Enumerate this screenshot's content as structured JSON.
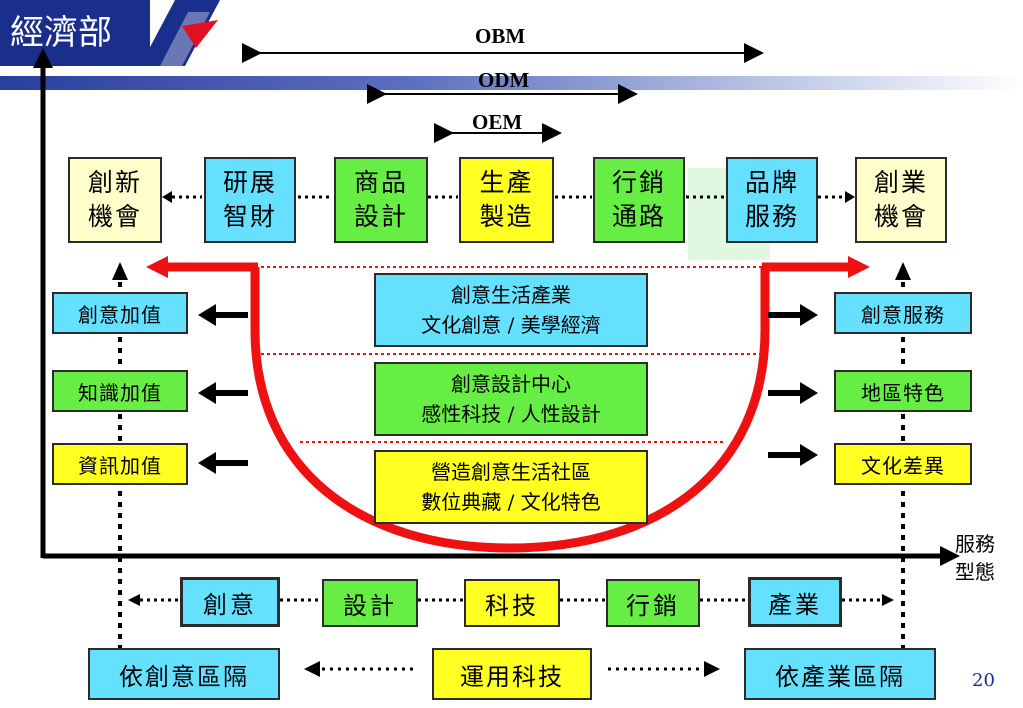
{
  "logo": {
    "text": "經濟部"
  },
  "ranges": {
    "obm": "OBM",
    "odm": "ODM",
    "oem": "OEM"
  },
  "stages": [
    {
      "label": "創新\n機會",
      "color": "#ffffcc"
    },
    {
      "label": "研展\n智財",
      "color": "#66e0ff"
    },
    {
      "label": "商品\n設計",
      "color": "#66ee44"
    },
    {
      "label": "生產\n製造",
      "color": "#ffff22"
    },
    {
      "label": "行銷\n通路",
      "color": "#66ee44"
    },
    {
      "label": "品牌\n服務",
      "color": "#66e0ff"
    },
    {
      "label": "創業\n機會",
      "color": "#ffffcc"
    }
  ],
  "left_values": [
    {
      "label": "創意加值",
      "color": "#66e0ff"
    },
    {
      "label": "知識加值",
      "color": "#66ee44"
    },
    {
      "label": "資訊加值",
      "color": "#ffff22"
    }
  ],
  "right_values": [
    {
      "label": "創意服務",
      "color": "#66e0ff"
    },
    {
      "label": "地區特色",
      "color": "#66ee44"
    },
    {
      "label": "文化差異",
      "color": "#ffff22"
    }
  ],
  "center_boxes": [
    {
      "label": "創意生活產業\n文化創意 / 美學經濟",
      "color": "#66e0ff"
    },
    {
      "label": "創意設計中心\n感性科技 / 人性設計",
      "color": "#66ee44"
    },
    {
      "label": "營造創意生活社區\n數位典藏 / 文化特色",
      "color": "#ffff22"
    }
  ],
  "axis_label": "服務\n型態",
  "bottom_row": [
    {
      "label": "創意",
      "color": "#66e0ff"
    },
    {
      "label": "設計",
      "color": "#66ee44"
    },
    {
      "label": "科技",
      "color": "#ffff22"
    },
    {
      "label": "行銷",
      "color": "#66ee44"
    },
    {
      "label": "產業",
      "color": "#66e0ff"
    }
  ],
  "footer_row": [
    {
      "label": "依創意區隔",
      "color": "#66e0ff"
    },
    {
      "label": "運用科技",
      "color": "#ffff22"
    },
    {
      "label": "依產業區隔",
      "color": "#66e0ff"
    }
  ],
  "page_number": "20",
  "colors": {
    "accent_red": "#ee1111",
    "navy": "#1a2f8c",
    "highlight_green": "#dff8df"
  }
}
